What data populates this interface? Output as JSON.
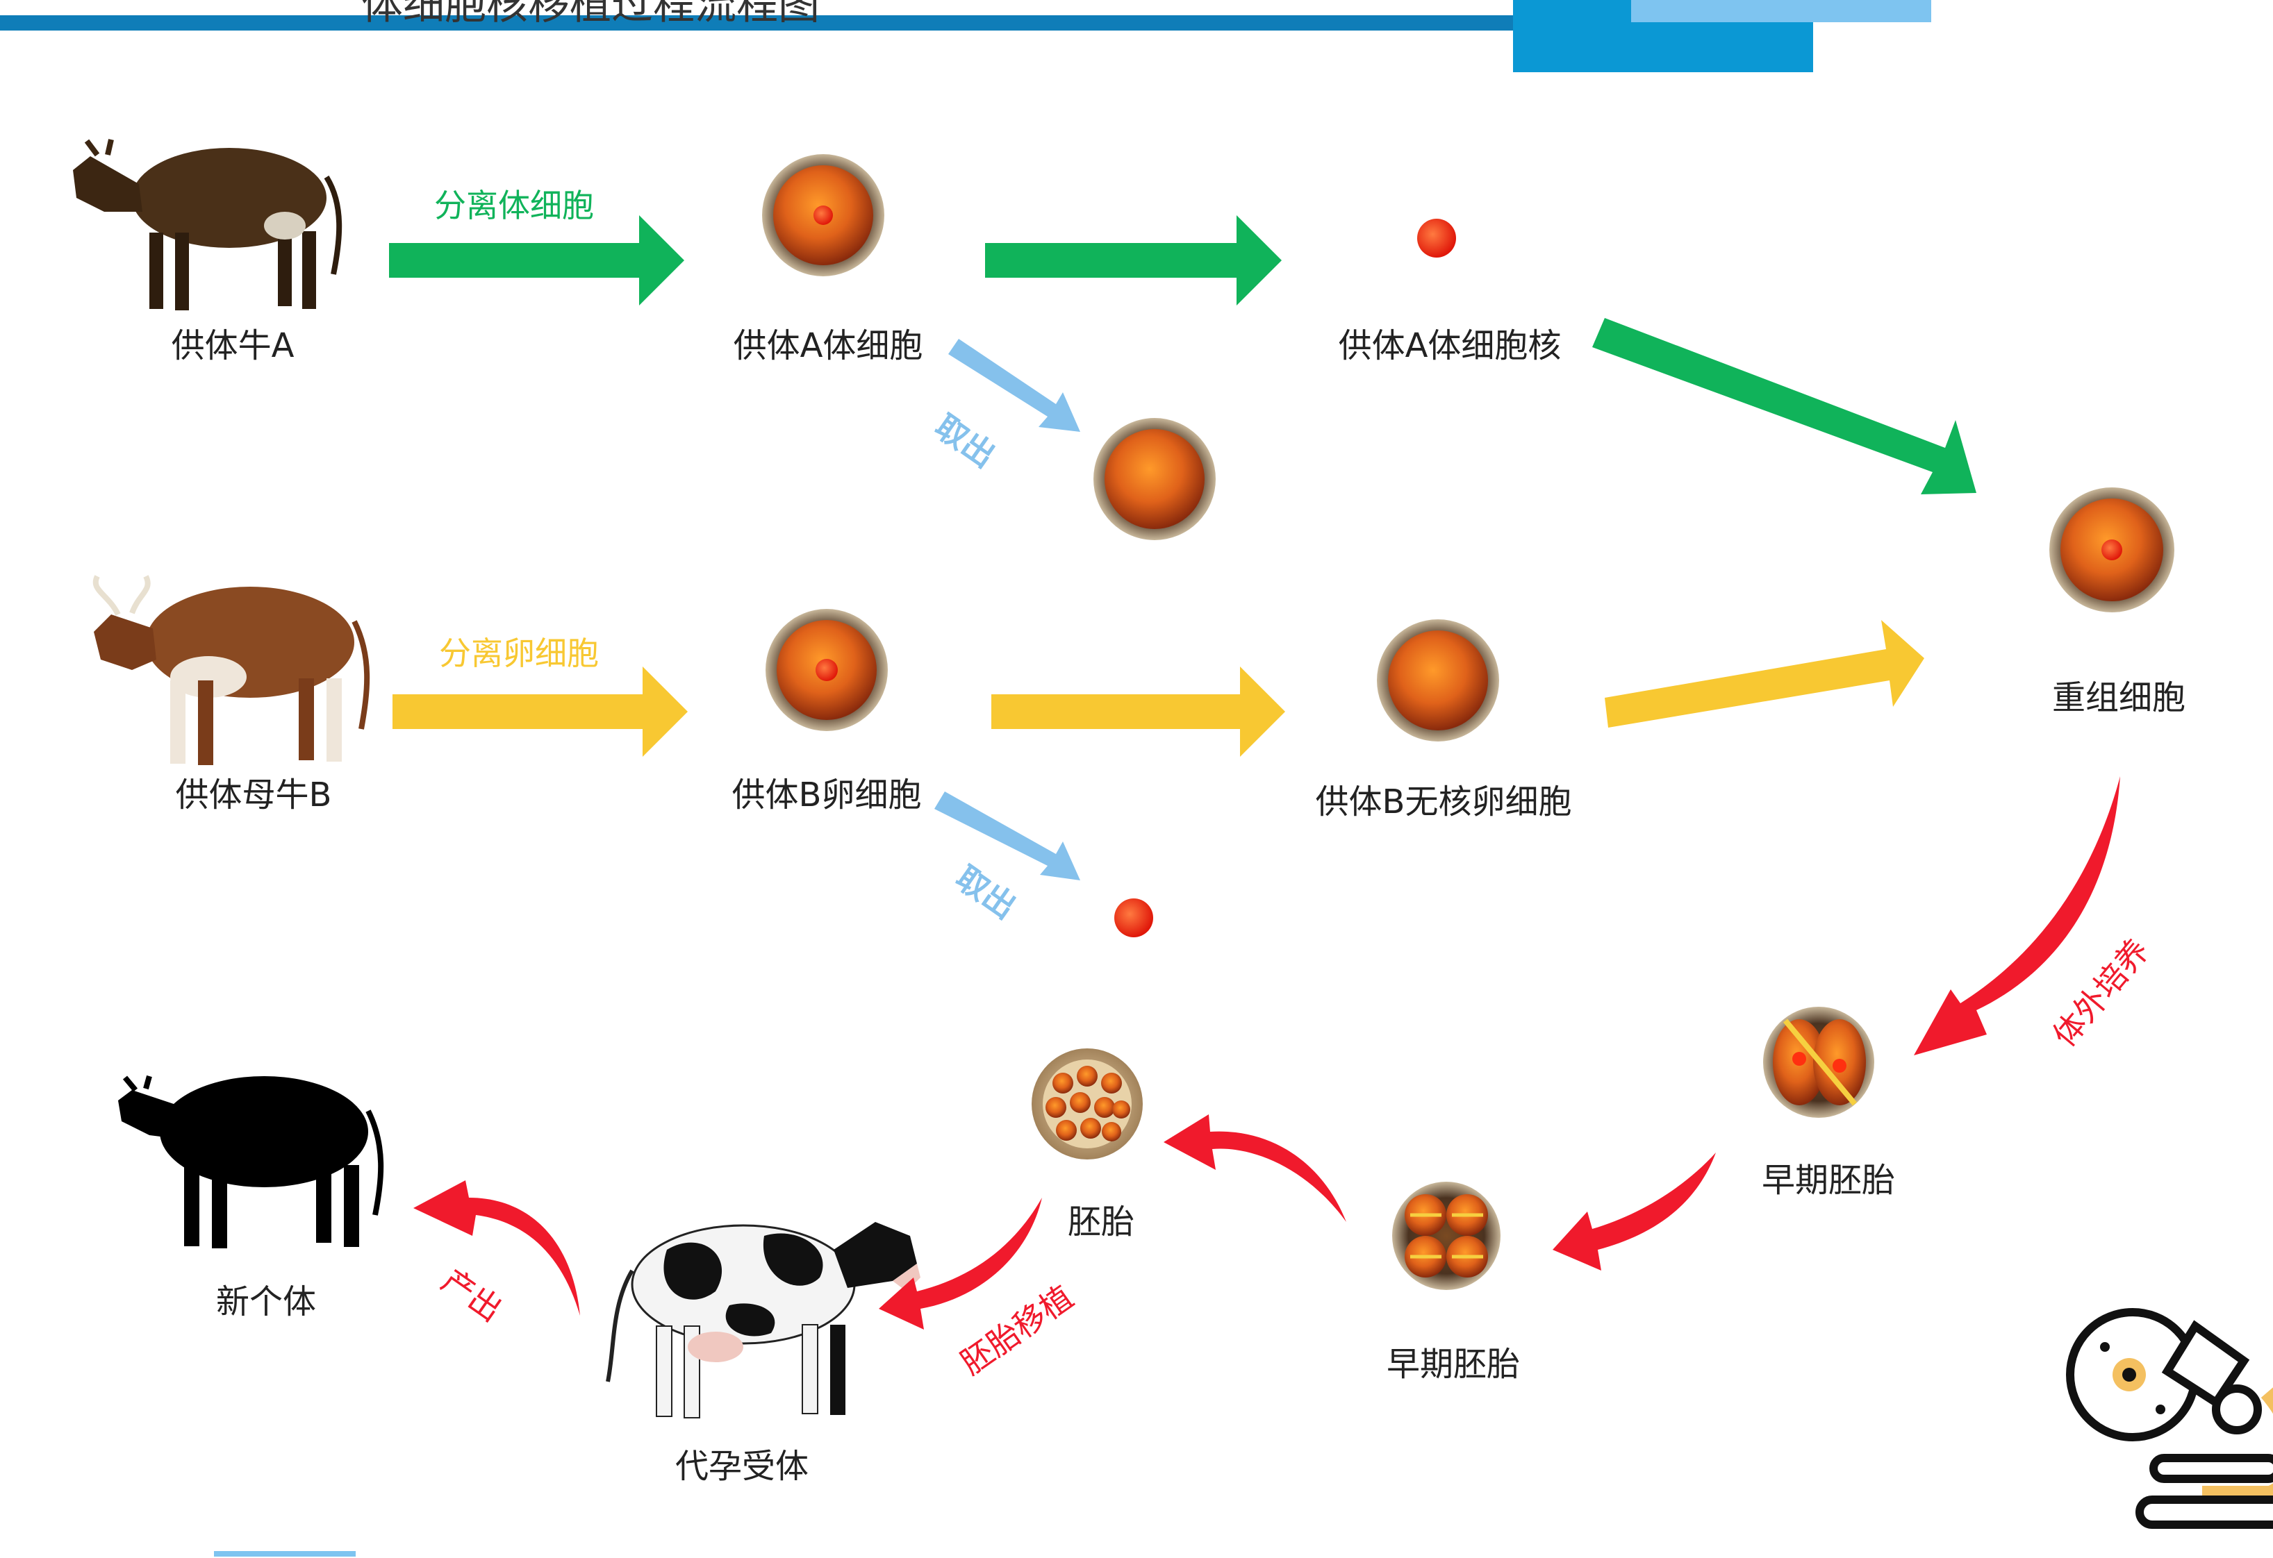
{
  "title": "体细胞核移植过程流程图",
  "colors": {
    "header_dark": "#0f7db8",
    "header_blue": "#0b98d4",
    "header_light": "#7ec4f0",
    "green": "#10b35a",
    "yellow": "#f8c832",
    "light_blue": "#85c1ec",
    "red": "#f01a2c",
    "cell_orange": "#e26916",
    "cell_nucleus": "#ff2d10",
    "text": "#222222"
  },
  "labels": {
    "donor_a": "供体牛A",
    "donor_a_cell": "供体A体细胞",
    "donor_a_nucleus": "供体A体细胞核",
    "donor_b": "供体母牛B",
    "donor_b_egg": "供体B卵细胞",
    "donor_b_enucleated": "供体B无核卵细胞",
    "recombinant": "重组细胞",
    "early_embryo_1": "早期胚胎",
    "early_embryo_2": "早期胚胎",
    "embryo": "胚胎",
    "surrogate": "代孕受体",
    "new_individual": "新个体"
  },
  "actions": {
    "isolate_somatic": "分离体细胞",
    "isolate_egg": "分离卵细胞",
    "extract_1": "取出",
    "extract_2": "取出",
    "in_vitro_culture": "体外培养",
    "embryo_transfer": "胚胎移植",
    "birth": "产出"
  },
  "icons": {
    "cow_a": "brown-cow-icon",
    "cow_b": "brown-white-cow-icon",
    "surrogate_cow": "holstein-cow-icon",
    "new_cow": "black-cow-silhouette-icon",
    "microscope": "microscope-icon"
  }
}
